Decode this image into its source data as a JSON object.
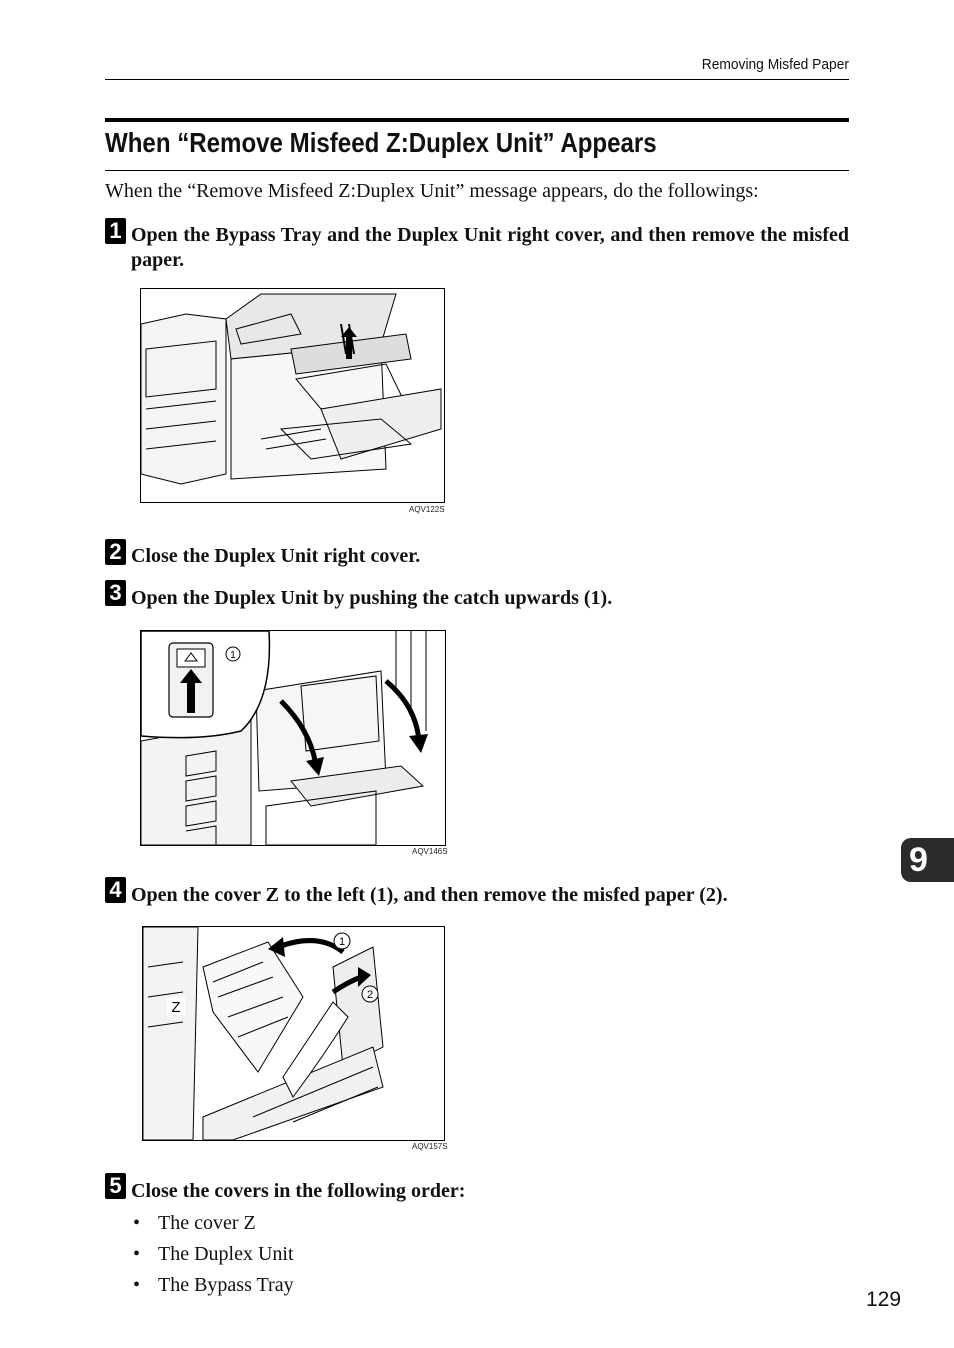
{
  "header": {
    "running_title": "Removing Misfed Paper"
  },
  "section": {
    "title": "When “Remove Misfeed Z:Duplex Unit” Appears",
    "intro": "When the “Remove Misfeed Z:Duplex Unit” message appears, do the followings:"
  },
  "steps": [
    {
      "number": "1",
      "text": "Open the Bypass Tray and the Duplex Unit right cover, and then remove the misfed paper."
    },
    {
      "number": "2",
      "text": "Close the Duplex Unit right cover."
    },
    {
      "number": "3",
      "text": "Open the Duplex Unit by pushing the catch upwards (1)."
    },
    {
      "number": "4",
      "text": "Open the cover Z to the left (1), and then remove the misfed paper (2)."
    },
    {
      "number": "5",
      "text": "Close the covers in the following order:"
    }
  ],
  "figures": [
    {
      "code": "AQV122S"
    },
    {
      "code": "AQV146S",
      "callouts": [
        "1"
      ]
    },
    {
      "code": "AQV157S",
      "callouts": [
        "1",
        "2"
      ],
      "label": "Z"
    }
  ],
  "close_order": [
    "The cover Z",
    "The Duplex Unit",
    "The Bypass Tray"
  ],
  "chapter_tab": "9",
  "page_number": "129"
}
